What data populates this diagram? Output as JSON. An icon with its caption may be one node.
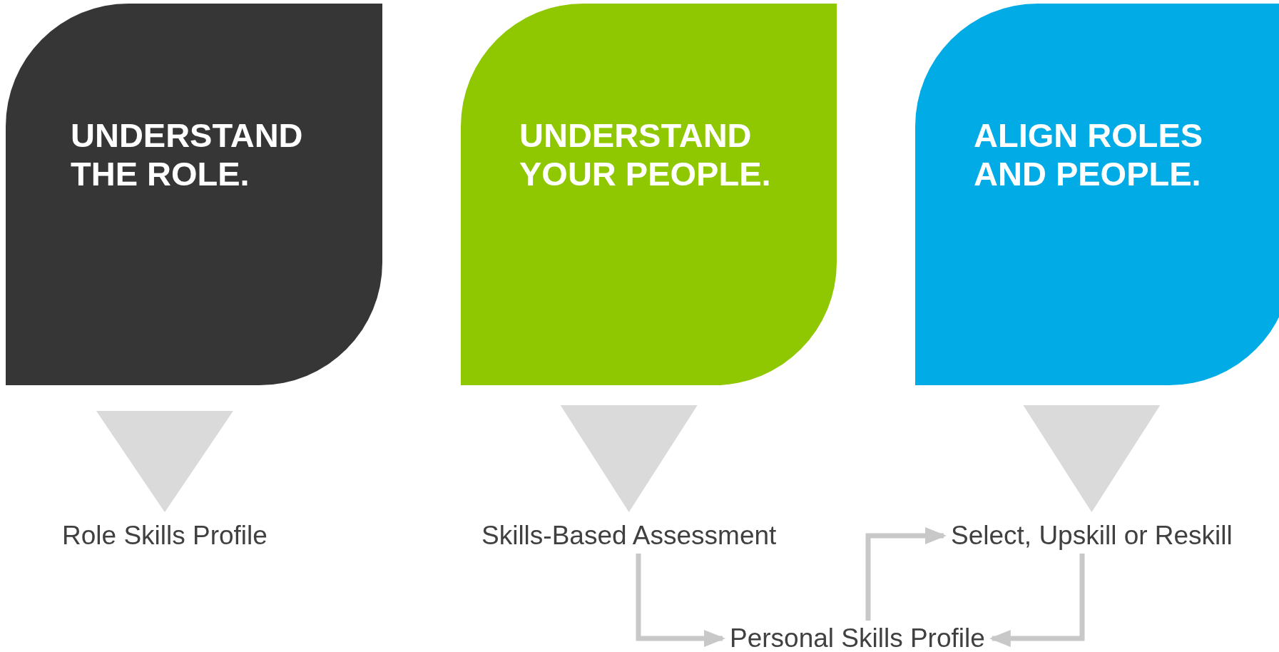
{
  "diagram": {
    "nodes": [
      {
        "text": [
          "UNDERSTAND THE ROLE."
        ]
      },
      {
        "text": [
          "UNDERSTAND YOUR PEOPLE."
        ]
      },
      {
        "text": [
          "ALIGN ROLES AND PEOPLE."
        ]
      },
      {
        "text": [
          "Role Skills Profile"
        ]
      },
      {
        "text": [
          "Skills-Based Assessment"
        ]
      },
      {
        "text": [
          "Select, Upskill or Reskill"
        ]
      },
      {
        "text": [
          "Personal Skills Profile"
        ]
      }
    ],
    "edges": [
      {
        "from": 0,
        "to": 3,
        "arrow": "to",
        "style": "thick"
      },
      {
        "from": 1,
        "to": 4,
        "arrow": "to",
        "style": "thick"
      },
      {
        "from": 2,
        "to": 5,
        "arrow": "to",
        "style": "thick"
      },
      {
        "from": 4,
        "to": 6,
        "arrow": "to"
      },
      {
        "from": 6,
        "to": 5,
        "arrow": "to"
      },
      {
        "from": 5,
        "to": 6,
        "arrow": "to"
      }
    ]
  }
}
